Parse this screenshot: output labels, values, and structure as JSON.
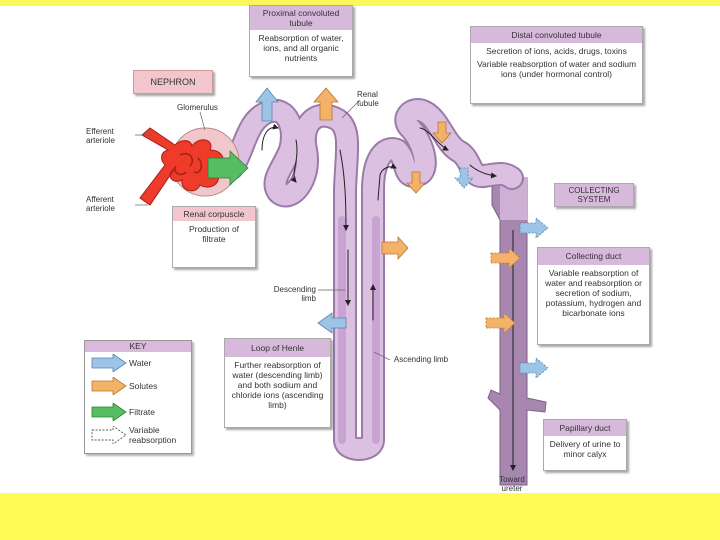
{
  "colors": {
    "tubule": "#dcc0e2",
    "tubule_outline": "#9b7aa8",
    "collecting": "#a787b0",
    "artery_red": "#ef3b2a",
    "water": "#9cc4e6",
    "solutes": "#f4b268",
    "filtrate": "#57bd62",
    "header_purple": "#d7badb",
    "header_pink": "#f2c6cc",
    "frame_yellow": "#fdfb54"
  },
  "boxes": {
    "nephron": {
      "title": "NEPHRON"
    },
    "proximal": {
      "title": "Proximal convoluted tubule",
      "body": "Reabsorption of water, ions, and all organic nutrients"
    },
    "distal": {
      "title": "Distal convoluted tubule",
      "body1": "Secretion of ions, acids, drugs, toxins",
      "body2": "Variable reabsorption of water and sodium ions (under hormonal control)"
    },
    "collecting_system": {
      "title": "COLLECTING SYSTEM"
    },
    "renal_corpuscle": {
      "title": "Renal corpuscle",
      "body": "Production of filtrate"
    },
    "collecting_duct": {
      "title": "Collecting duct",
      "body": "Variable reabsorption of water and reabsorption or secretion of sodium, potassium, hydrogen and bicarbonate ions"
    },
    "loop": {
      "title": "Loop of Henle",
      "body": "Further reabsorption of water (descending limb) and both sodium and chloride ions (ascending limb)"
    },
    "papillary": {
      "title": "Papillary duct",
      "body": "Delivery of urine to minor calyx"
    }
  },
  "labels": {
    "glomerulus": "Glomerulus",
    "efferent": "Efferent arteriole",
    "afferent": "Afferent arteriole",
    "renal_tubule": "Renal tubule",
    "descending": "Descending limb",
    "ascending": "Ascending limb",
    "toward_ureter": "Toward ureter"
  },
  "key": {
    "title": "KEY",
    "items": [
      {
        "label": "Water",
        "icon": "water-arrow-icon"
      },
      {
        "label": "Solutes",
        "icon": "solutes-arrow-icon"
      },
      {
        "label": "Filtrate",
        "icon": "filtrate-arrow-icon"
      },
      {
        "label": "Variable reabsorption",
        "icon": "variable-reabsorption-arrow-icon"
      }
    ]
  }
}
